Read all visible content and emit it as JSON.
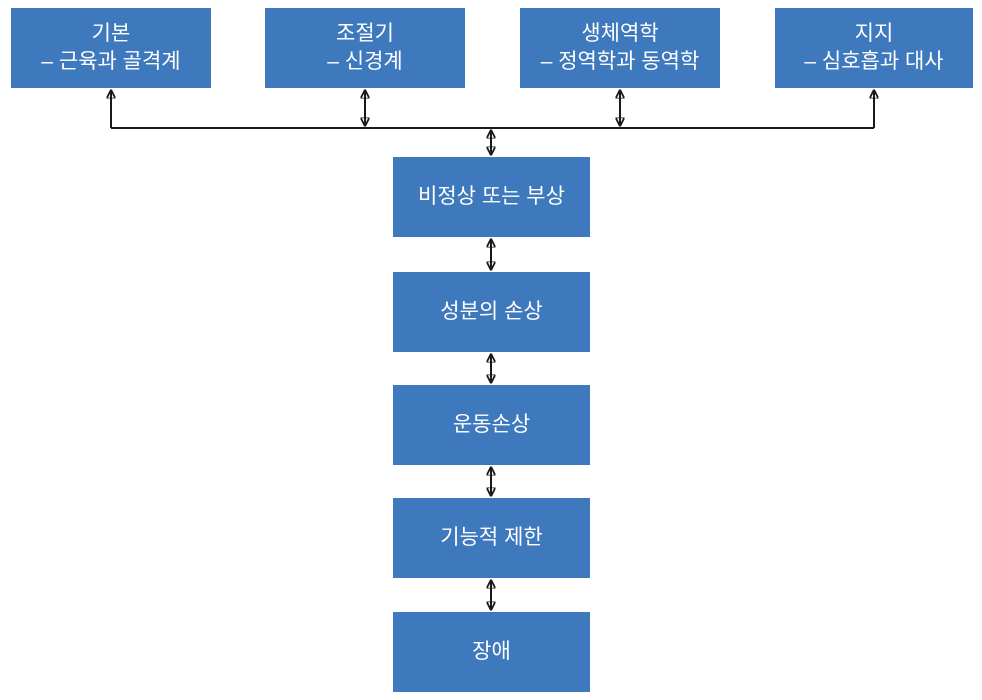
{
  "diagram": {
    "title": "movement-system-impairment-diagram",
    "accent_color": "#3E79BE",
    "text_color": "#FFFFFF",
    "line_color": "#1A1A1A",
    "top_boxes": [
      {
        "line1": "기본",
        "line2": "– 근육과 골격계"
      },
      {
        "line1": "조절기",
        "line2": "– 신경계"
      },
      {
        "line1": "생체역학",
        "line2": "– 정역학과 동역학"
      },
      {
        "line1": "지지",
        "line2": "– 심호흡과 대사"
      }
    ],
    "chain_boxes": [
      {
        "label": "비정상 또는 부상"
      },
      {
        "label": "성분의 손상"
      },
      {
        "label": "운동손상"
      },
      {
        "label": "기능적 제한"
      },
      {
        "label": "장애"
      }
    ]
  }
}
